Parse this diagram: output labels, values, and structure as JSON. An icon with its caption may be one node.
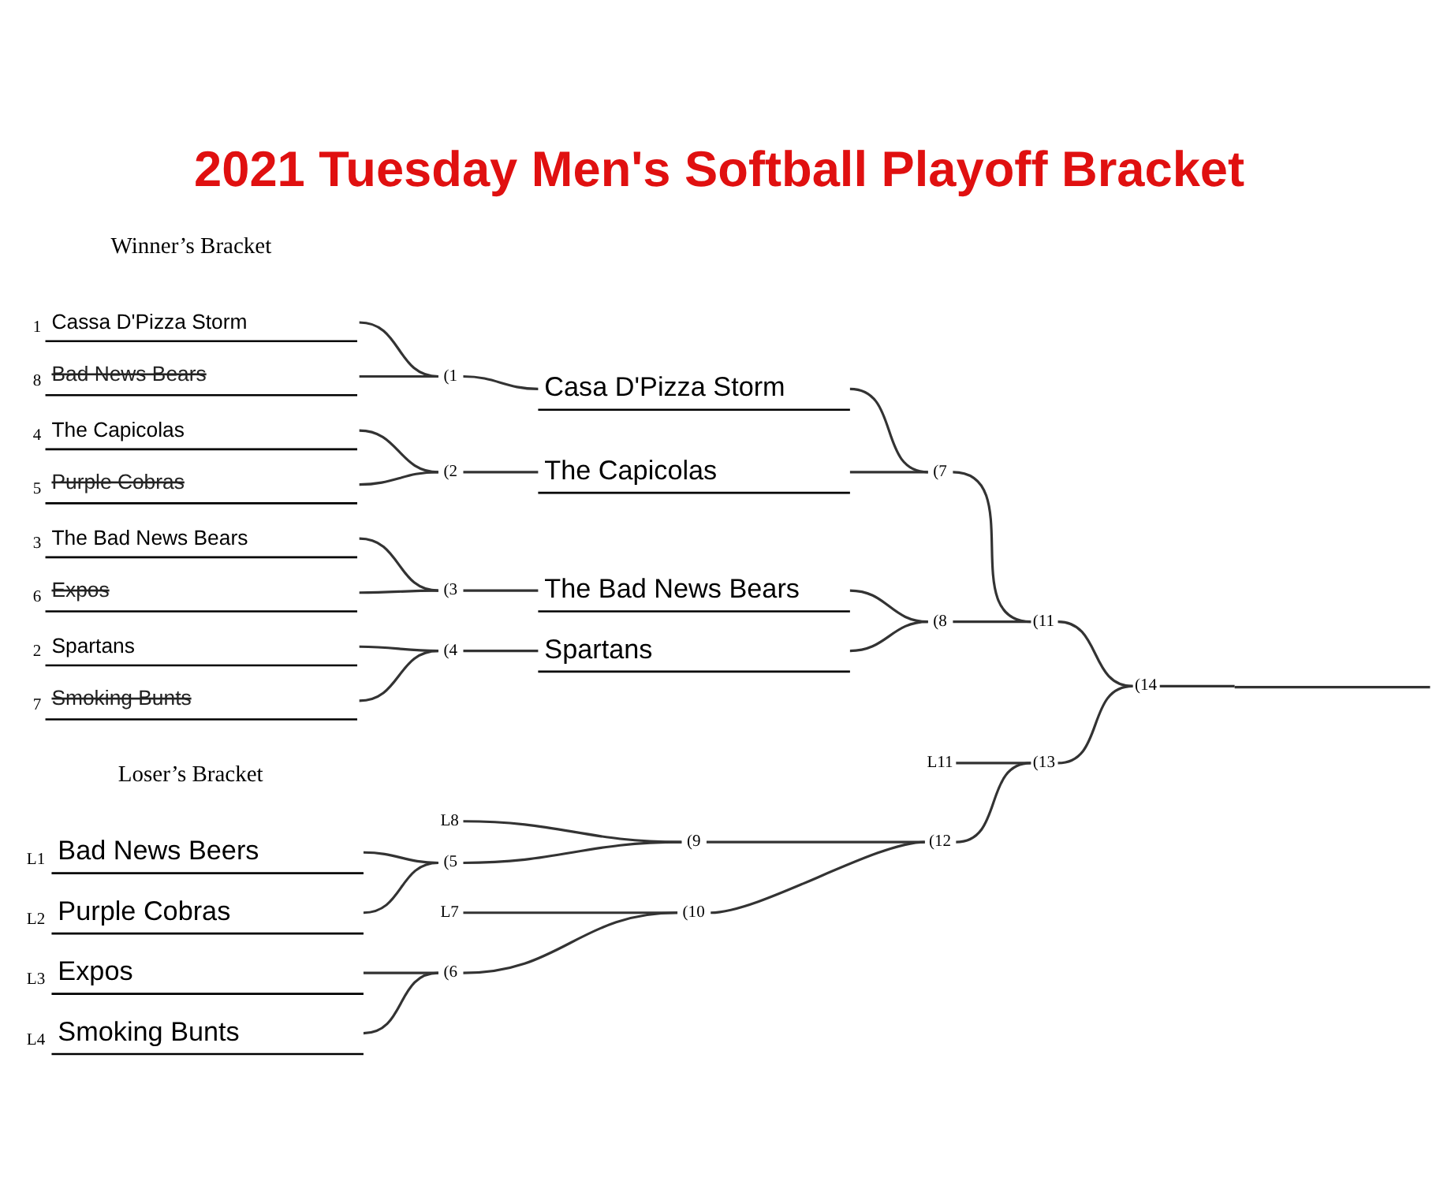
{
  "diagram": {
    "title": "2021 Tuesday Men's Softball Playoff Bracket",
    "nodes": [
      {
        "text": [
          "1",
          "Cassa D'Pizza Storm"
        ]
      },
      {
        "text": [
          "(1"
        ]
      },
      {
        "text": [
          "Casa D'Pizza Storm"
        ]
      },
      {
        "text": [
          "8",
          "Bad News Bears"
        ]
      },
      {
        "text": [
          "(7"
        ]
      },
      {
        "text": [
          "4",
          "The Capicolas"
        ]
      },
      {
        "text": [
          "(2"
        ]
      },
      {
        "text": [
          "The Capicolas"
        ]
      },
      {
        "text": [
          "5",
          "Purple Cobras"
        ]
      },
      {
        "text": [
          "(11"
        ]
      },
      {
        "text": [
          "3",
          "The Bad News Bears"
        ]
      },
      {
        "text": [
          "(3"
        ]
      },
      {
        "text": [
          "The Bad News Bears"
        ]
      },
      {
        "text": [
          "6",
          "Expos"
        ]
      },
      {
        "text": [
          "(8"
        ]
      },
      {
        "text": [
          "(14"
        ]
      },
      {
        "text": [
          "2",
          "Spartans"
        ]
      },
      {
        "text": [
          "(4"
        ]
      },
      {
        "text": [
          "Spartans"
        ]
      },
      {
        "text": [
          "7",
          "Smoking Bunts"
        ]
      },
      {
        "text": [
          "L11"
        ]
      },
      {
        "text": [
          "L8"
        ]
      },
      {
        "text": [
          "L1",
          "Bad News Beers"
        ]
      },
      {
        "text": [
          "(9"
        ]
      },
      {
        "text": [
          "(5"
        ]
      },
      {
        "text": [
          "(13"
        ]
      },
      {
        "text": [
          "L2",
          "Purple Cobras"
        ]
      },
      {
        "text": [
          "(12"
        ]
      },
      {
        "text": [
          "L3",
          "Expos"
        ]
      },
      {
        "text": [
          "(6"
        ]
      },
      {
        "text": [
          "L4",
          "Smoking Bunts"
        ]
      },
      {
        "text": [
          "(10"
        ]
      },
      {
        "text": [
          "L7"
        ]
      },
      {
        "text": [],
        "shape": "line"
      }
    ],
    "edges": [
      {
        "from": 0,
        "to": 1,
        "arrow": "none"
      },
      {
        "from": 3,
        "to": 1,
        "arrow": "none"
      },
      {
        "from": 1,
        "to": 2,
        "arrow": "none"
      },
      {
        "from": 5,
        "to": 6,
        "arrow": "none"
      },
      {
        "from": 8,
        "to": 6,
        "arrow": "none"
      },
      {
        "from": 6,
        "to": 7,
        "arrow": "none"
      },
      {
        "from": 2,
        "to": 4,
        "arrow": "none"
      },
      {
        "from": 7,
        "to": 4,
        "arrow": "none"
      },
      {
        "from": 10,
        "to": 11,
        "arrow": "none"
      },
      {
        "from": 13,
        "to": 11,
        "arrow": "none"
      },
      {
        "from": 11,
        "to": 12,
        "arrow": "none"
      },
      {
        "from": 16,
        "to": 17,
        "arrow": "none"
      },
      {
        "from": 19,
        "to": 17,
        "arrow": "none"
      },
      {
        "from": 17,
        "to": 18,
        "arrow": "none"
      },
      {
        "from": 12,
        "to": 14,
        "arrow": "none"
      },
      {
        "from": 18,
        "to": 14,
        "arrow": "none"
      },
      {
        "from": 4,
        "to": 9,
        "arrow": "none"
      },
      {
        "from": 14,
        "to": 9,
        "arrow": "none"
      },
      {
        "from": 9,
        "to": 15,
        "arrow": "none"
      },
      {
        "from": 15,
        "to": 33,
        "arrow": "none"
      },
      {
        "from": 22,
        "to": 24,
        "arrow": "none"
      },
      {
        "from": 26,
        "to": 24,
        "arrow": "none"
      },
      {
        "from": 24,
        "to": 23,
        "arrow": "none"
      },
      {
        "from": 21,
        "to": 23,
        "arrow": "none"
      },
      {
        "from": 28,
        "to": 29,
        "arrow": "none"
      },
      {
        "from": 30,
        "to": 29,
        "arrow": "none"
      },
      {
        "from": 29,
        "to": 31,
        "arrow": "none"
      },
      {
        "from": 32,
        "to": 31,
        "arrow": "none"
      },
      {
        "from": 23,
        "to": 27,
        "arrow": "none"
      },
      {
        "from": 31,
        "to": 27,
        "arrow": "none"
      },
      {
        "from": 27,
        "to": 25,
        "arrow": "none"
      },
      {
        "from": 20,
        "to": 25,
        "arrow": "none"
      },
      {
        "from": 25,
        "to": 15,
        "arrow": "none"
      }
    ],
    "labels": [
      "Winner’s Bracket",
      "Loser’s Bracket"
    ]
  }
}
